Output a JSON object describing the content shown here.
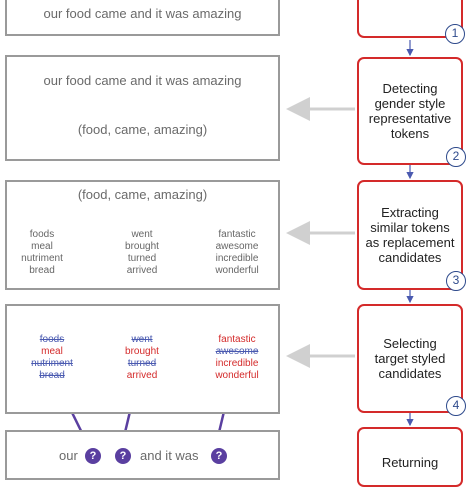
{
  "steps": [
    {
      "label": "",
      "number": "1"
    },
    {
      "label": "Detecting gender style representative tokens",
      "number": "2"
    },
    {
      "label": "Extracting similar tokens as replacement candidates",
      "number": "3"
    },
    {
      "label": "Selecting target styled candidates",
      "number": "4"
    },
    {
      "label": "Returning",
      "number": ""
    }
  ],
  "box1": {
    "sentence": "our food came and it was amazing"
  },
  "box2": {
    "sentence": "our food came and it was amazing",
    "tokens": "(food, came, amazing)"
  },
  "box3": {
    "tokens": "(food, came, amazing)",
    "columns": [
      [
        "foods",
        "meal",
        "nutriment",
        "bread"
      ],
      [
        "went",
        "brought",
        "turned",
        "arrived"
      ],
      [
        "fantastic",
        "awesome",
        "incredible",
        "wonderful"
      ]
    ]
  },
  "box4": {
    "columns": [
      [
        {
          "word": "foods",
          "kept": false
        },
        {
          "word": "meal",
          "kept": true
        },
        {
          "word": "nutriment",
          "kept": false
        },
        {
          "word": "bread",
          "kept": false
        }
      ],
      [
        {
          "word": "went",
          "kept": false
        },
        {
          "word": "brought",
          "kept": true
        },
        {
          "word": "turned",
          "kept": false
        },
        {
          "word": "arrived",
          "kept": true
        }
      ],
      [
        {
          "word": "fantastic",
          "kept": true
        },
        {
          "word": "awesome",
          "kept": false
        },
        {
          "word": "incredible",
          "kept": true
        },
        {
          "word": "wonderful",
          "kept": true
        }
      ]
    ]
  },
  "box5": {
    "word_our": "our",
    "word_and": "and it was",
    "placeholder": "?"
  },
  "colors": {
    "step_border": "#d42a2a",
    "circle": "#2e4a8c",
    "selected": "#d42a2a",
    "struck": "#4a5ab0",
    "arrow": "#5a3fa0",
    "box_border": "#9a9a9a"
  }
}
